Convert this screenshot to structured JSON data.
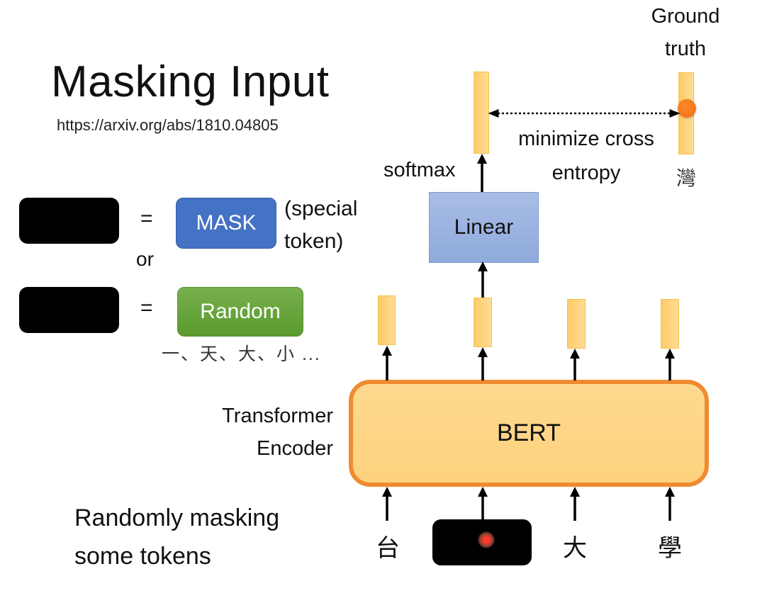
{
  "slide": {
    "title": "Masking Input",
    "reference_url": "https://arxiv.org/abs/1810.04805"
  },
  "legend": {
    "equals_symbol": "=",
    "mask_token_label": "MASK",
    "mask_note": [
      "(special",
      "token)"
    ],
    "or_label": "or",
    "random_token_label": "Random",
    "random_examples": "一、天、大、小 ...",
    "colors": {
      "mask": "#4472c4",
      "random": "#6aa53e",
      "masked_block": "#000000"
    }
  },
  "model": {
    "encoder_label": [
      "Transformer",
      "Encoder"
    ],
    "bert_label": "BERT",
    "linear_label": "Linear",
    "softmax_label": "softmax",
    "loss_label": [
      "minimize cross",
      "entropy"
    ],
    "ground_truth_label": [
      "Ground",
      "truth"
    ],
    "ground_truth_char": "灣",
    "colors": {
      "bert_fill": "#fed88a",
      "bert_border": "#f08a30",
      "linear_fill": "#9db4e2",
      "vector_fill": "#fdd07a",
      "ground_truth_dot": "#f47b20"
    }
  },
  "inputs": {
    "tokens": [
      "台",
      "[masked]",
      "大",
      "學"
    ],
    "masked_index": 1
  },
  "caption": [
    "Randomly masking",
    "some tokens"
  ]
}
